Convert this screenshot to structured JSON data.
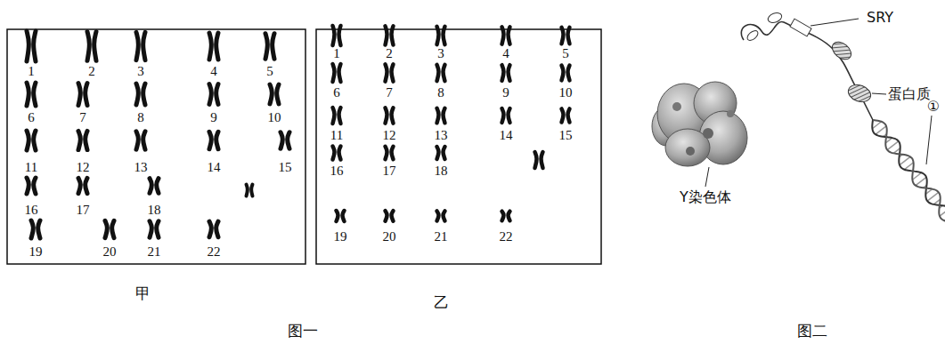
{
  "diagram": {
    "labels": [
      "1",
      "2",
      "3",
      "4",
      "5",
      "6",
      "7",
      "8",
      "9",
      "10",
      "11",
      "12",
      "13",
      "14",
      "15",
      "16",
      "17",
      "18",
      "19",
      "20",
      "21",
      "22",
      "1",
      "2",
      "3",
      "4",
      "5",
      "6",
      "7",
      "8",
      "9",
      "10",
      "11",
      "12",
      "13",
      "14",
      "15",
      "16",
      "17",
      "18",
      "19",
      "20",
      "21",
      "22",
      "甲",
      "乙",
      "图一",
      "Y染色体",
      "SRY",
      "蛋白质",
      "①",
      "图二"
    ]
  }
}
